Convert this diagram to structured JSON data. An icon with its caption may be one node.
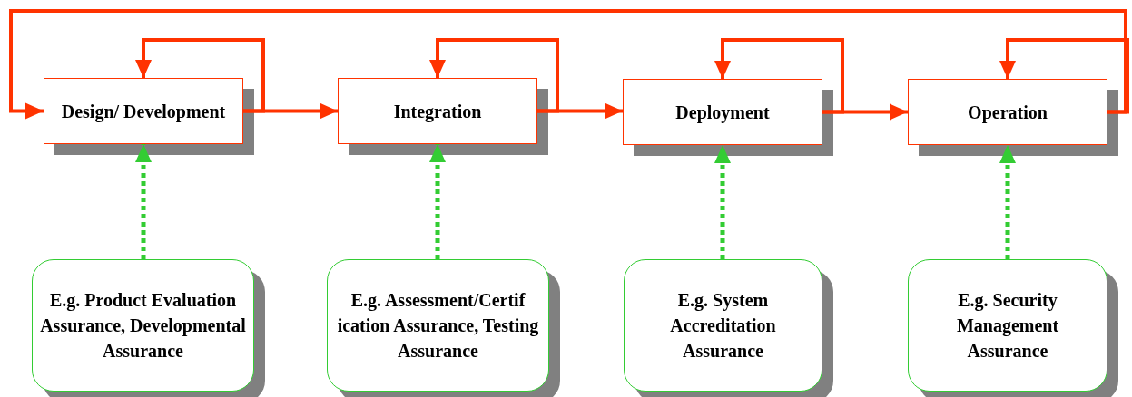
{
  "diagram": {
    "nodes": [
      {
        "text": [
          "Design/ Development"
        ]
      },
      {
        "text": [
          "Integration"
        ]
      },
      {
        "text": [
          "Deployment"
        ]
      },
      {
        "text": [
          "Operation"
        ]
      },
      {
        "text": [
          "E.g. Product Evaluation Assurance, Developmental Assurance"
        ]
      },
      {
        "text": [
          "E.g. Assessment/Certif ication Assurance, Testing Assurance"
        ]
      },
      {
        "text": [
          "E.g. System Accreditation Assurance"
        ]
      },
      {
        "text": [
          "E.g. Security Management Assurance"
        ]
      }
    ],
    "edges": [
      {
        "from": 0,
        "to": 1,
        "arrow": "to"
      },
      {
        "from": 1,
        "to": 2,
        "arrow": "to"
      },
      {
        "from": 2,
        "to": 3,
        "arrow": "to"
      },
      {
        "from": 0,
        "to": 0,
        "arrow": "to"
      },
      {
        "from": 1,
        "to": 1,
        "arrow": "to"
      },
      {
        "from": 2,
        "to": 2,
        "arrow": "to"
      },
      {
        "from": 3,
        "to": 3,
        "arrow": "to"
      },
      {
        "from": 3,
        "to": 0,
        "arrow": "to"
      },
      {
        "from": 4,
        "to": 0,
        "arrow": "to",
        "style": "dashed",
        "color": "#33cc33"
      },
      {
        "from": 5,
        "to": 1,
        "arrow": "to",
        "style": "dashed",
        "color": "#33cc33"
      },
      {
        "from": 6,
        "to": 2,
        "arrow": "to",
        "style": "dashed",
        "color": "#33cc33"
      },
      {
        "from": 7,
        "to": 3,
        "arrow": "to",
        "style": "dashed",
        "color": "#33cc33"
      }
    ]
  }
}
